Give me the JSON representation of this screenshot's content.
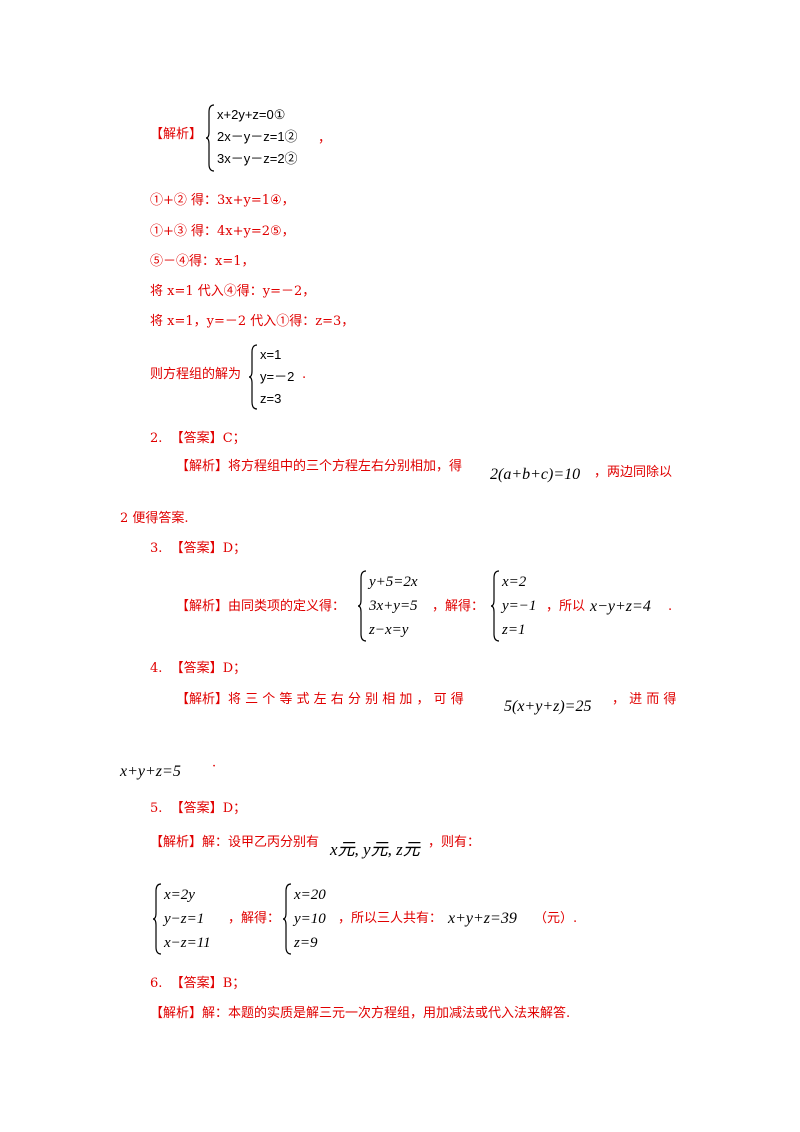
{
  "lbl_jiexi": "【解析】",
  "lbl_answer": "【答案】",
  "q1": {
    "sys": [
      "x+2y+z=0①",
      "2x－y－z=1②",
      "3x－y－z=2②"
    ],
    "steps": [
      "①+② 得：3x+y=1④，",
      "①+③ 得：4x+y=2⑤，",
      "⑤－④得：x=1，",
      "将 x=1 代入④得：y=－2，",
      "将 x=1，y=－2 代入①得：z=3，"
    ],
    "sol_prefix": "则方程组的解为",
    "sol": [
      "x=1",
      "y=－2",
      "z=3"
    ]
  },
  "q2": {
    "num": "2.",
    "answer": "C；",
    "text1": "将方程组中的三个方程左右分别相加，得",
    "eq": "2(a+b+c)=10",
    "text2": "，两边同除以",
    "text3": "2 便得答案."
  },
  "q3": {
    "num": "3.",
    "answer": "D；",
    "text1": "由同类项的定义得：",
    "sys": [
      "y+5=2x",
      "3x+y=5",
      "z−x=y"
    ],
    "text2": "，解得：",
    "sol": [
      "x=2",
      "y=−1",
      "z=1"
    ],
    "text3": "，所以",
    "eq": "x−y+z=4"
  },
  "q4": {
    "num": "4.",
    "answer": "D；",
    "text1": "将 三 个 等 式 左 右 分 别 相 加 ， 可 得",
    "eq": "5(x+y+z)=25",
    "text2": "， 进 而 得",
    "eq2": "x+y+z=5"
  },
  "q5": {
    "num": "5.",
    "answer": "D；",
    "text1": "解：设甲乙丙分别有",
    "vars": "x元, y元, z元",
    "text2": "，则有：",
    "sys": [
      "x=2y",
      "y−z=1",
      "x−z=11"
    ],
    "text3": "，解得：",
    "sol": [
      "x=20",
      "y=10",
      "z=9"
    ],
    "text4": "，所以三人共有：",
    "eq": "x+y+z=39",
    "unit": "（元）."
  },
  "q6": {
    "num": "6.",
    "answer": "B；",
    "text1": "解：本题的实质是解三元一次方程组，用加减法或代入法来解答."
  }
}
